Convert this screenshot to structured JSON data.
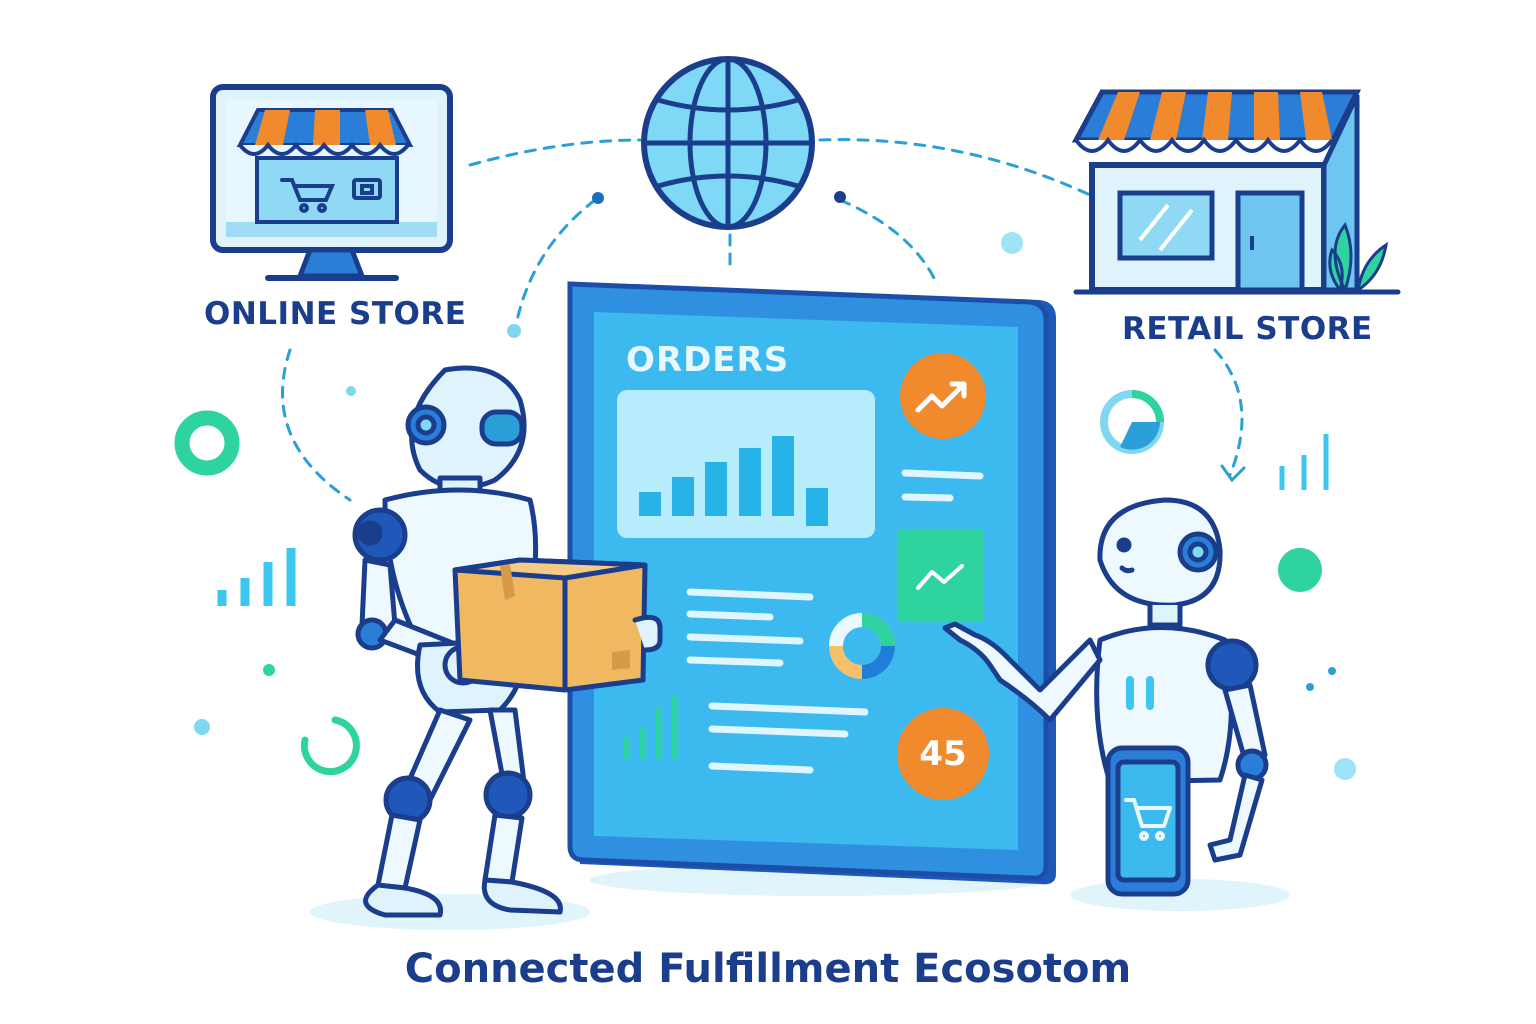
{
  "labels": {
    "online_store": "ONLINE STORE",
    "retail_store": "RETAIL STORE",
    "dashboard_title": "ORDERS",
    "badge_value": "45",
    "caption": "Connected Fulfillment Ecosotom"
  },
  "colors": {
    "navy": "#1a3d8c",
    "screen_blue": "#2f8fe0",
    "cyan": "#3cc6f0",
    "orange": "#f08a2c",
    "green": "#2ed3a0",
    "box": "#f0b860"
  },
  "icons": [
    "globe-icon",
    "cart-icon",
    "trend-up-icon",
    "pie-chart-icon",
    "bar-chart-icon",
    "storefront-icon",
    "smartphone-icon",
    "package-icon"
  ]
}
